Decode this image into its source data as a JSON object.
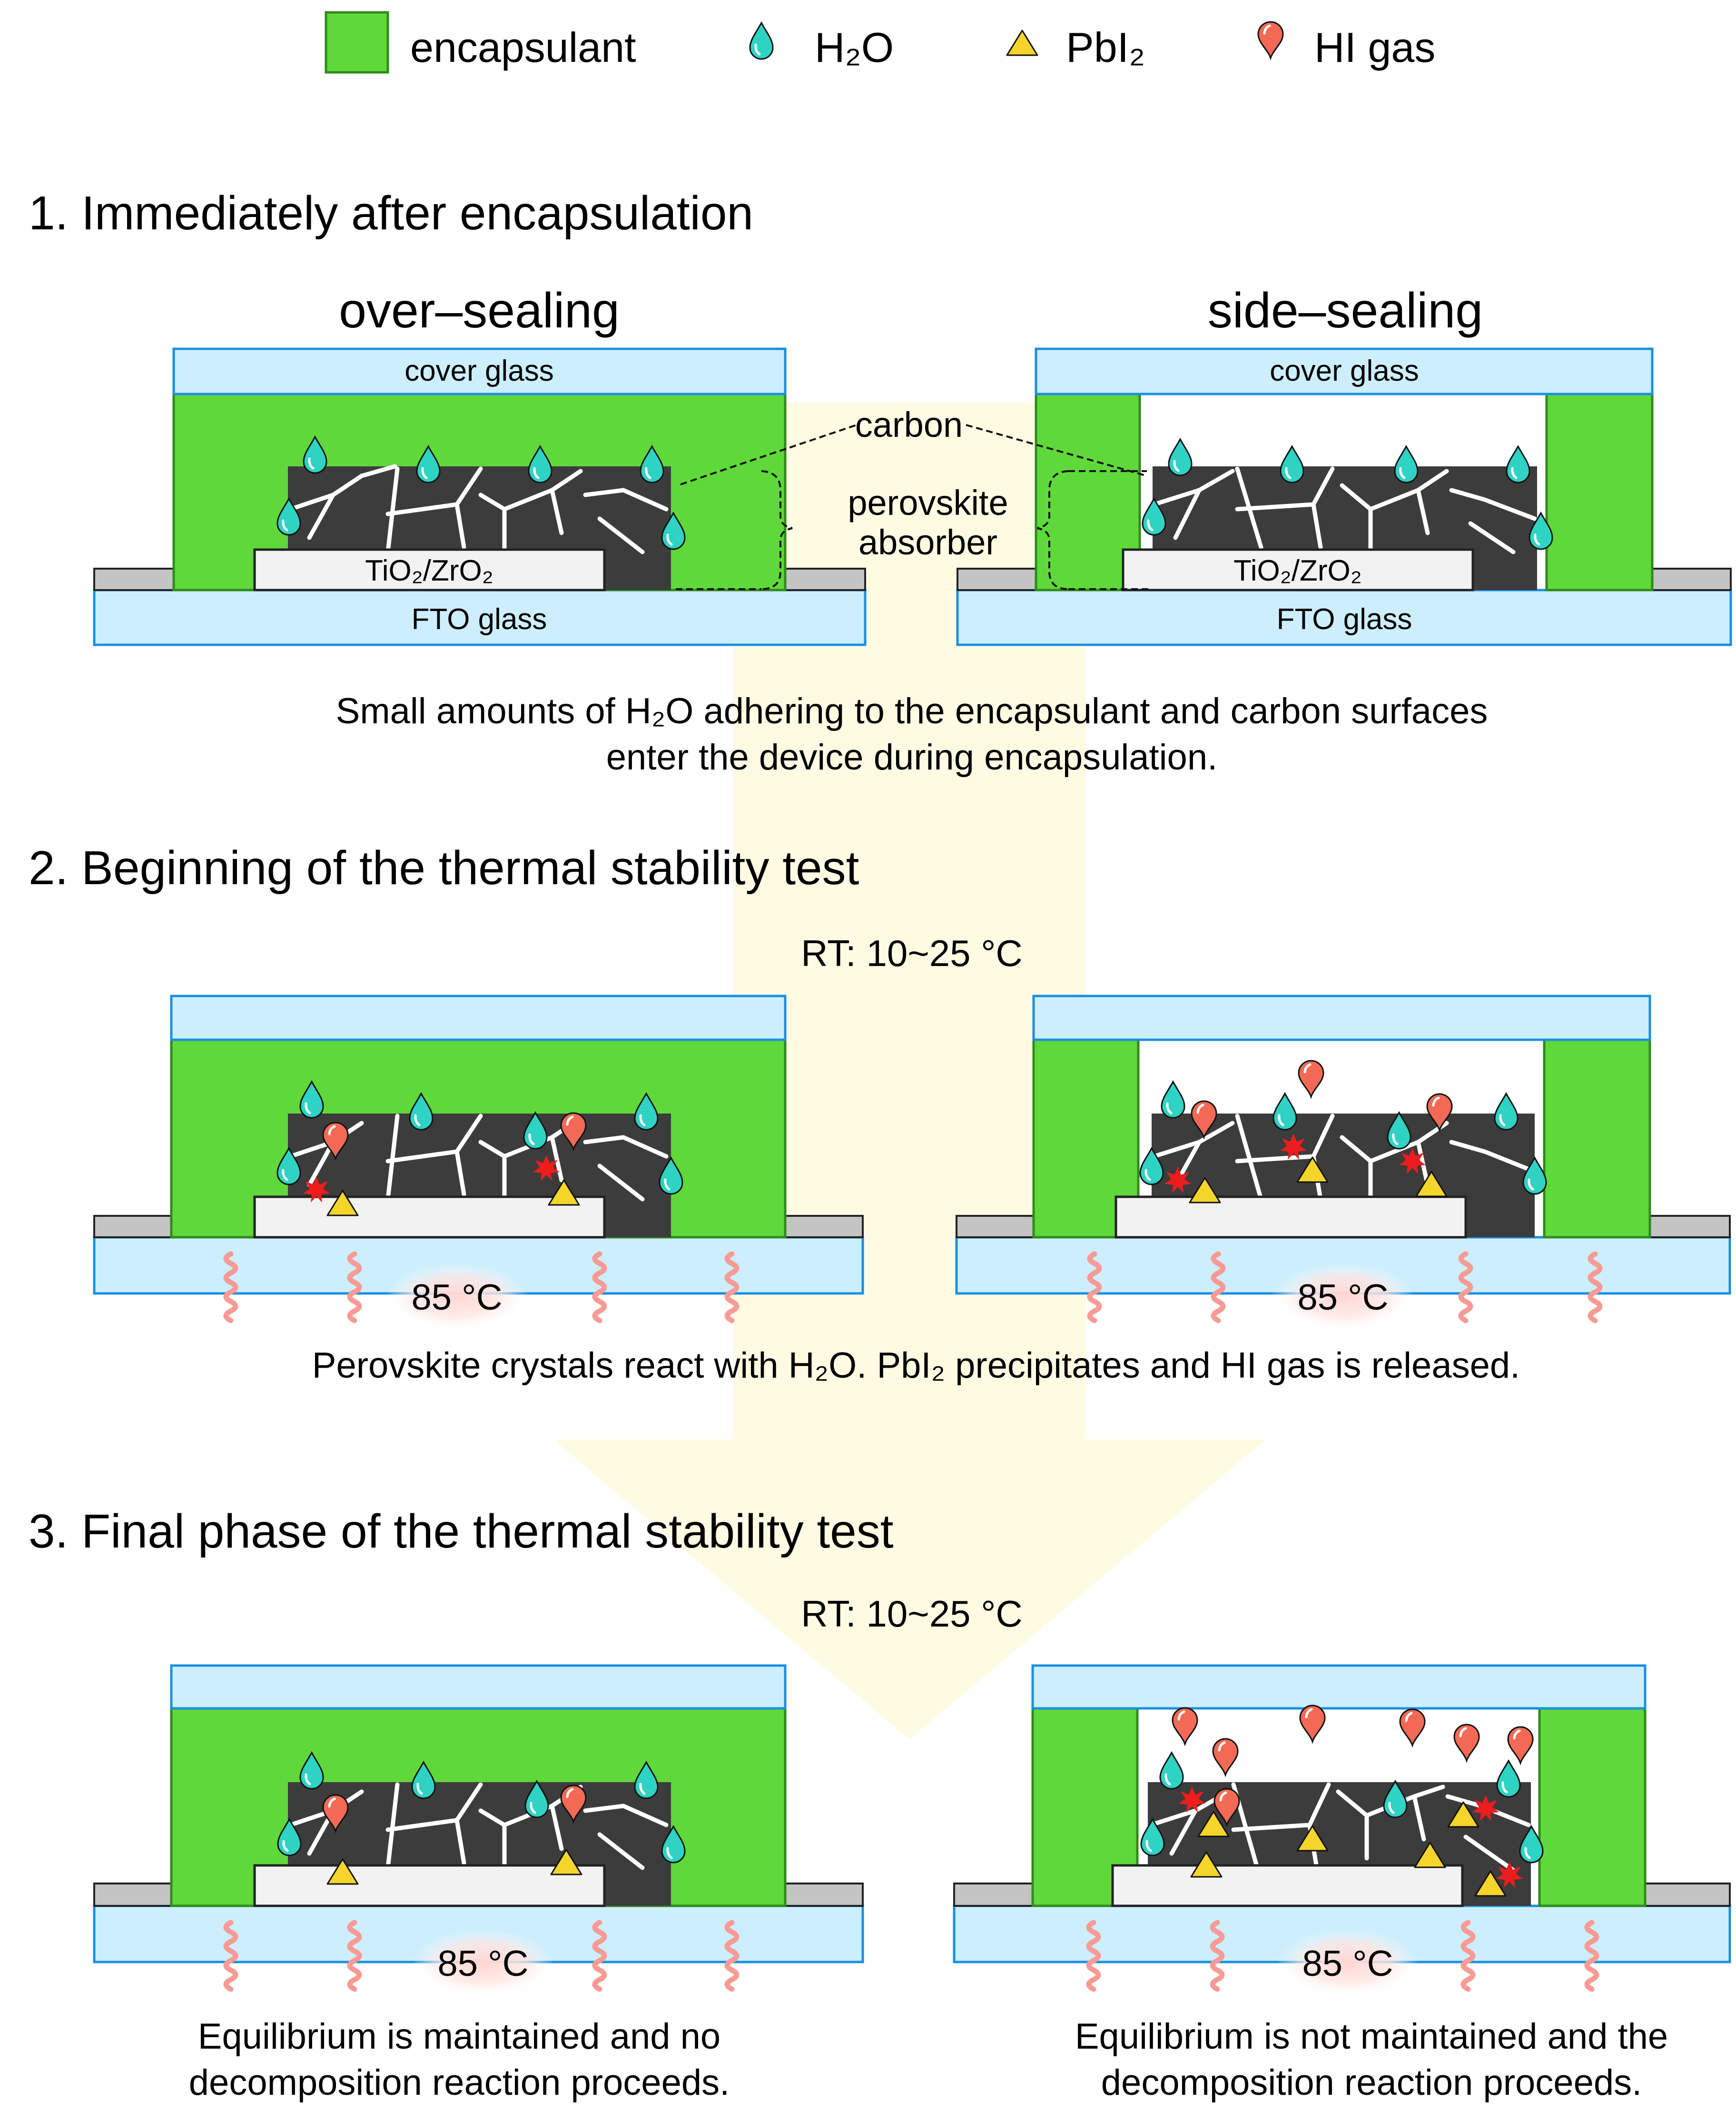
{
  "legend": {
    "encapsulant": "encapsulant",
    "h2o": "H₂O",
    "pbi2": "PbI₂",
    "hi_gas": "HI gas"
  },
  "sections": {
    "s1_title": "1. Immediately after encapsulation",
    "s2_title": "2. Beginning of the thermal stability test",
    "s3_title": "3. Final phase of the thermal stability test"
  },
  "methods": {
    "over": "over–sealing",
    "side": "side–sealing"
  },
  "layers": {
    "cover_glass": "cover glass",
    "tio2_zro2": "TiO₂/ZrO₂",
    "fto_glass": "FTO glass"
  },
  "annotations": {
    "carbon": "carbon",
    "perovskite_line1": "perovskite",
    "perovskite_line2": "absorber"
  },
  "captions": {
    "s1_line1": "Small amounts of H₂O adhering to the encapsulant and carbon surfaces",
    "s1_line2": "enter the device during encapsulation.",
    "s2": "Perovskite crystals react with H₂O.  PbI₂ precipitates and HI gas is released.",
    "s3_left_line1": "Equilibrium is maintained and no",
    "s3_left_line2": "decomposition reaction proceeds.",
    "s3_right_line1": "Equilibrium is not maintained and the",
    "s3_right_line2": "decomposition reaction proceeds."
  },
  "rt_label": "RT: 10~25 °C",
  "heat_label": "85 °C",
  "colors": {
    "encapsulant": "#5fd83a",
    "encapsulant_border": "#2f8a1e",
    "glass": "#cdeefc",
    "glass_border": "#1a8fe0",
    "absorber": "#3c3c3c",
    "crack": "#ffffff",
    "scaffold": "#f2f2f2",
    "contact": "#c4c4c4",
    "water": "#2ed3c4",
    "pbi2": "#f5d529",
    "hi_gas": "#f26a55",
    "reaction": "#ee1c1c",
    "heat": "#f89b95",
    "arrow": "#fffbe3"
  }
}
